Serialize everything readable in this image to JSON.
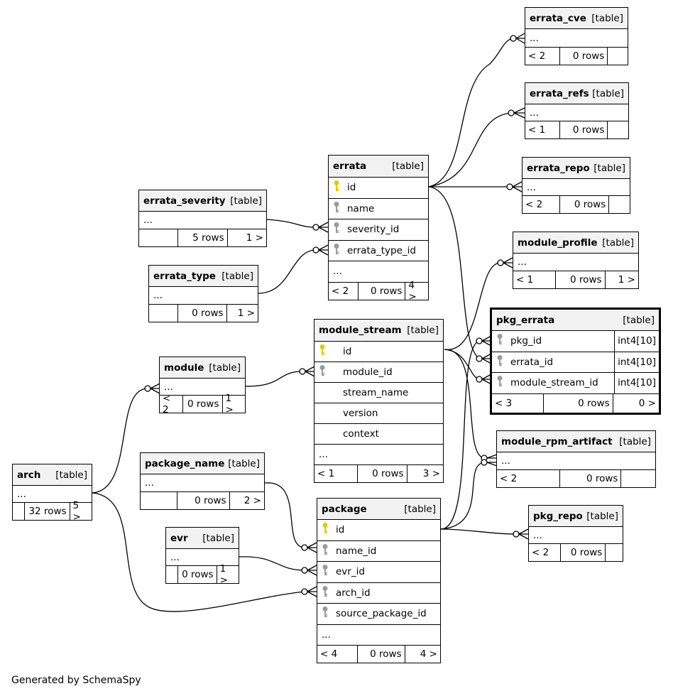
{
  "footer_note": "Generated by SchemaSpy",
  "tag": "[table]",
  "tables": {
    "errata_cve": {
      "name": "errata_cve",
      "rows": [
        "..."
      ],
      "foot": [
        "< 2",
        "0 rows",
        ""
      ]
    },
    "errata_refs": {
      "name": "errata_refs",
      "rows": [
        "..."
      ],
      "foot": [
        "< 1",
        "0 rows",
        ""
      ]
    },
    "errata_repo": {
      "name": "errata_repo",
      "rows": [
        "..."
      ],
      "foot": [
        "< 2",
        "0 rows",
        ""
      ]
    },
    "errata": {
      "name": "errata",
      "rows": [
        "id",
        "name",
        "severity_id",
        "errata_type_id",
        "..."
      ],
      "foot": [
        "< 2",
        "0 rows",
        "4 >"
      ]
    },
    "errata_severity": {
      "name": "errata_severity",
      "rows": [
        "..."
      ],
      "foot": [
        "",
        "5 rows",
        "1 >"
      ]
    },
    "errata_type": {
      "name": "errata_type",
      "rows": [
        "..."
      ],
      "foot": [
        "",
        "0 rows",
        "1 >"
      ]
    },
    "module_profile": {
      "name": "module_profile",
      "rows": [
        "..."
      ],
      "foot": [
        "< 1",
        "0 rows",
        "1 >"
      ]
    },
    "pkg_errata": {
      "name": "pkg_errata",
      "rows": [
        "pkg_id",
        "errata_id",
        "module_stream_id"
      ],
      "types": [
        "int4[10]",
        "int4[10]",
        "int4[10]"
      ],
      "foot": [
        "< 3",
        "0 rows",
        "0 >"
      ]
    },
    "module_stream": {
      "name": "module_stream",
      "rows": [
        "id",
        "module_id",
        "stream_name",
        "version",
        "context",
        "..."
      ],
      "foot": [
        "< 1",
        "0 rows",
        "3 >"
      ]
    },
    "module": {
      "name": "module",
      "rows": [
        "..."
      ],
      "foot": [
        "< 2",
        "0 rows",
        "1 >"
      ]
    },
    "module_rpm_artifact": {
      "name": "module_rpm_artifact",
      "rows": [
        "..."
      ],
      "foot": [
        "< 2",
        "0 rows",
        ""
      ]
    },
    "package_name": {
      "name": "package_name",
      "rows": [
        "..."
      ],
      "foot": [
        "",
        "0 rows",
        "2 >"
      ]
    },
    "arch": {
      "name": "arch",
      "rows": [
        "..."
      ],
      "foot": [
        "",
        "32 rows",
        "5 >"
      ]
    },
    "evr": {
      "name": "evr",
      "rows": [
        "..."
      ],
      "foot": [
        "",
        "0 rows",
        "1 >"
      ]
    },
    "package": {
      "name": "package",
      "rows": [
        "id",
        "name_id",
        "evr_id",
        "arch_id",
        "source_package_id",
        "..."
      ],
      "foot": [
        "< 4",
        "0 rows",
        "4 >"
      ]
    },
    "pkg_repo": {
      "name": "pkg_repo",
      "rows": [
        "..."
      ],
      "foot": [
        "< 2",
        "0 rows",
        ""
      ]
    }
  }
}
